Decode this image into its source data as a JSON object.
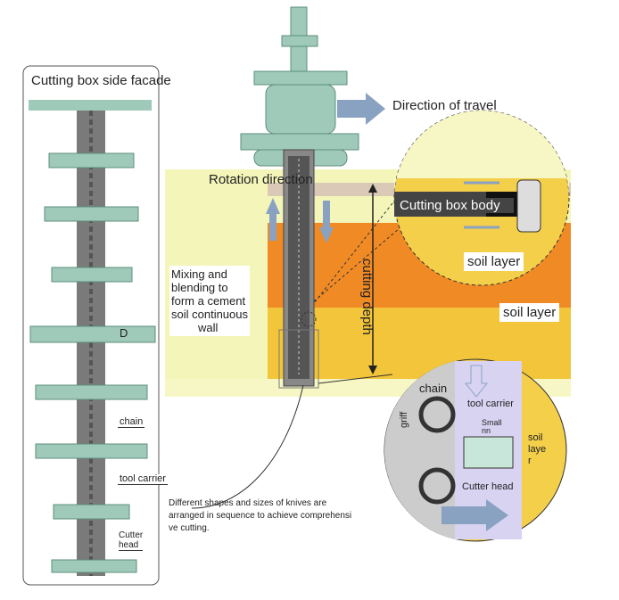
{
  "labels": {
    "side_facade_title": "Cutting box side facade",
    "direction_of_travel": "Direction of travel",
    "rotation_direction": "Rotation direction",
    "cutting_box_body": "Cutting box body",
    "soil_layer_zoom": "soil layer",
    "soil_layer_main": "soil layer",
    "cutting_depth": "cutting depth",
    "mixing_text": [
      "Mixing and",
      "blending to",
      "form a cement",
      "soil continuous",
      "wall"
    ],
    "d_mark": "D",
    "chain": "chain",
    "tool_carrier": "tool carrier",
    "cutter_head": [
      "Cutter",
      "head"
    ],
    "knives_text": [
      "Different shapes and sizes of knives are",
      "arranged in sequence to achieve comprehensi",
      "ve cutting."
    ],
    "zoom_chain": "chain",
    "zoom_tool_carrier": "tool carrier",
    "zoom_small": [
      "Small",
      "nn"
    ],
    "zoom_soil_layer": [
      "soil",
      "laye",
      "r"
    ],
    "zoom_griff": "griff",
    "zoom_cutter_head": "Cutter head"
  },
  "colors": {
    "machine_green": "#9fc9b8",
    "machine_outline": "#5d8f7e",
    "yellow_pale": "#f4f5b8",
    "orange": "#f08a25",
    "yellow": "#f3c53a",
    "zoom_yellow": "#f4cf4a",
    "arrow_blue": "#8aa2c2"
  }
}
